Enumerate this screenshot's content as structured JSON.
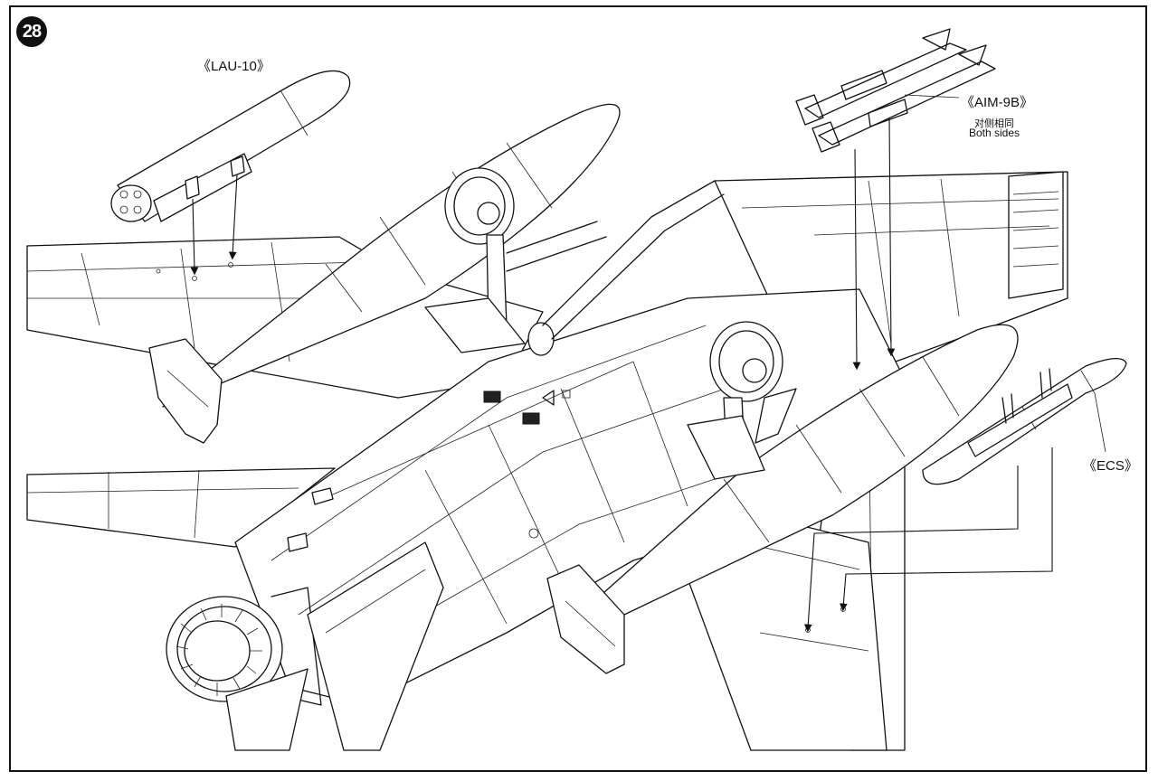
{
  "step": {
    "number": "28"
  },
  "callouts": {
    "lau10": "《LAU-10》",
    "aim9b": "《AIM-9B》",
    "aim9b_note_cn": "对侧相同",
    "aim9b_note_en": "Both sides",
    "ecs": "《ECS》"
  },
  "icons": [
    "step-number-badge",
    "lau-10-rocket-pod",
    "aim-9b-missile",
    "ecs-pod",
    "aircraft-underside",
    "drop-tank",
    "landing-gear",
    "exhaust-nozzle"
  ]
}
